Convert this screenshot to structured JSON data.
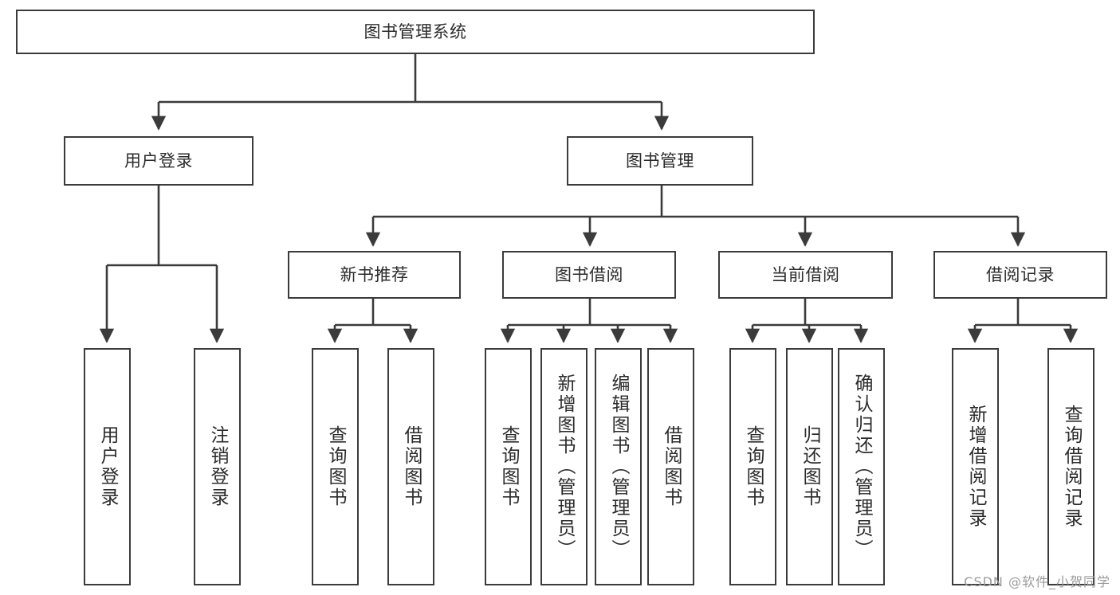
{
  "diagram": {
    "title_node": {
      "label": "图书管理系统"
    },
    "level1": [
      {
        "id": "user-login",
        "label": "用户登录"
      },
      {
        "id": "book-manage",
        "label": "图书管理"
      }
    ],
    "level2": [
      {
        "id": "new-book-recommend",
        "label": "新书推荐"
      },
      {
        "id": "book-borrow",
        "label": "图书借阅"
      },
      {
        "id": "current-borrow",
        "label": "当前借阅"
      },
      {
        "id": "borrow-record",
        "label": "借阅记录"
      }
    ],
    "leaves": [
      {
        "id": "leaf-user-login",
        "label": "用户登录",
        "parent": "user-login"
      },
      {
        "id": "leaf-logout",
        "label": "注销登录",
        "parent": "user-login"
      },
      {
        "id": "leaf-query-book-1",
        "label": "查询图书",
        "parent": "new-book-recommend"
      },
      {
        "id": "leaf-borrow-book-1",
        "label": "借阅图书",
        "parent": "new-book-recommend"
      },
      {
        "id": "leaf-query-book-2",
        "label": "查询图书",
        "parent": "book-borrow"
      },
      {
        "id": "leaf-add-book",
        "label": "新增图书（管理员）",
        "parent": "book-borrow"
      },
      {
        "id": "leaf-edit-book",
        "label": "编辑图书（管理员）",
        "parent": "book-borrow"
      },
      {
        "id": "leaf-borrow-book-2",
        "label": "借阅图书",
        "parent": "book-borrow"
      },
      {
        "id": "leaf-query-book-3",
        "label": "查询图书",
        "parent": "current-borrow"
      },
      {
        "id": "leaf-return-book",
        "label": "归还图书",
        "parent": "current-borrow"
      },
      {
        "id": "leaf-confirm-return",
        "label": "确认归还（管理员）",
        "parent": "current-borrow"
      },
      {
        "id": "leaf-add-record",
        "label": "新增借阅记录",
        "parent": "borrow-record"
      },
      {
        "id": "leaf-query-record",
        "label": "查询借阅记录",
        "parent": "borrow-record"
      }
    ],
    "colors": {
      "stroke": "#3b3b3b",
      "background": "#ffffff",
      "text": "#2b2b2b",
      "watermark": "#9a9a9a"
    }
  },
  "watermark": {
    "text": "CSDN @软件_小贺同学"
  }
}
